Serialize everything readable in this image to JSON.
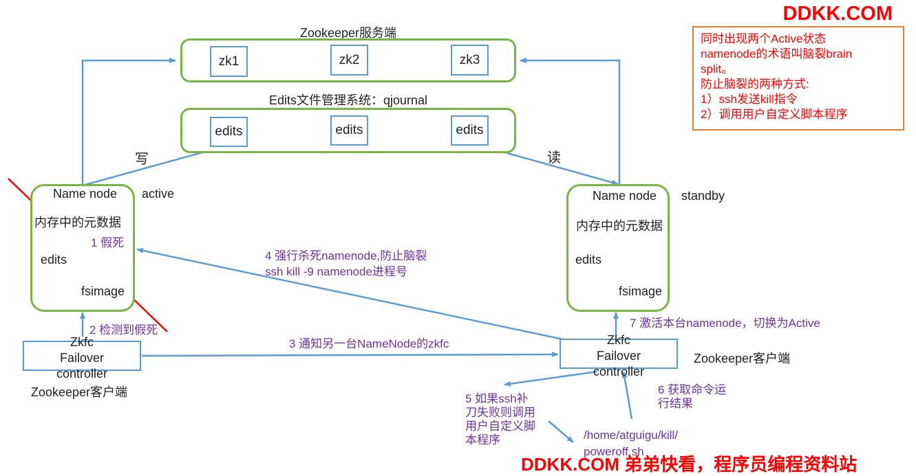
{
  "brand_top": "DDKK.COM",
  "brand_bottom": "DDKK.COM 弟弟快看，程序员编程资料站",
  "zookeeper_server": {
    "title": "Zookeeper服务端",
    "nodes": [
      "zk1",
      "zk2",
      "zk3"
    ]
  },
  "qjournal": {
    "title": "Edits文件管理系统：qjournal",
    "nodes": [
      "edits",
      "edits",
      "edits"
    ]
  },
  "labels": {
    "write": "写",
    "read": "读"
  },
  "left_namenode": {
    "title": "Name node",
    "state": "active",
    "meta": "内存中的元数据",
    "fake_death": "1 假死",
    "edits": "edits",
    "fsimage": "fsimage"
  },
  "right_namenode": {
    "title": "Name node",
    "state": "standby",
    "meta": "内存中的元数据",
    "edits": "edits",
    "fsimage": "fsimage"
  },
  "left_zkfc": {
    "lines": [
      "Zkfc",
      "Failover",
      "controller"
    ],
    "client": "Zookeeper客户端"
  },
  "right_zkfc": {
    "lines": [
      "Zkfc",
      "Failover",
      "controller"
    ],
    "client": "Zookeeper客户端"
  },
  "steps": {
    "s2": "2 检测到假死",
    "s3": "3 通知另一台NameNode的zkfc",
    "s4_line1": "4 强行杀死namenode,防止脑裂",
    "s4_line2": "ssh kill -9 namenode进程号",
    "s5": [
      "5 如果ssh补",
      "刀失败则调用",
      "用户自定义脚",
      "本程序"
    ],
    "s6": [
      "6 获取命令运",
      "行结果"
    ],
    "s7": "7 激活本台namenode，切换为Active",
    "script_path": [
      "/home/atguigu/kill/",
      "poweroff.sh"
    ]
  },
  "note": {
    "lines": [
      "同时出现两个Active状态",
      "namenode的术语叫脑裂brain",
      "split。",
      "防止脑裂的两种方式:",
      "1）ssh发送kill指令",
      "2）调用用户自定义脚本程序"
    ]
  },
  "colors": {
    "green": "#7cb342",
    "blue": "#5b9bd5",
    "purple": "#7030a0",
    "red": "#ff0000",
    "orange": "#ed7d31"
  }
}
